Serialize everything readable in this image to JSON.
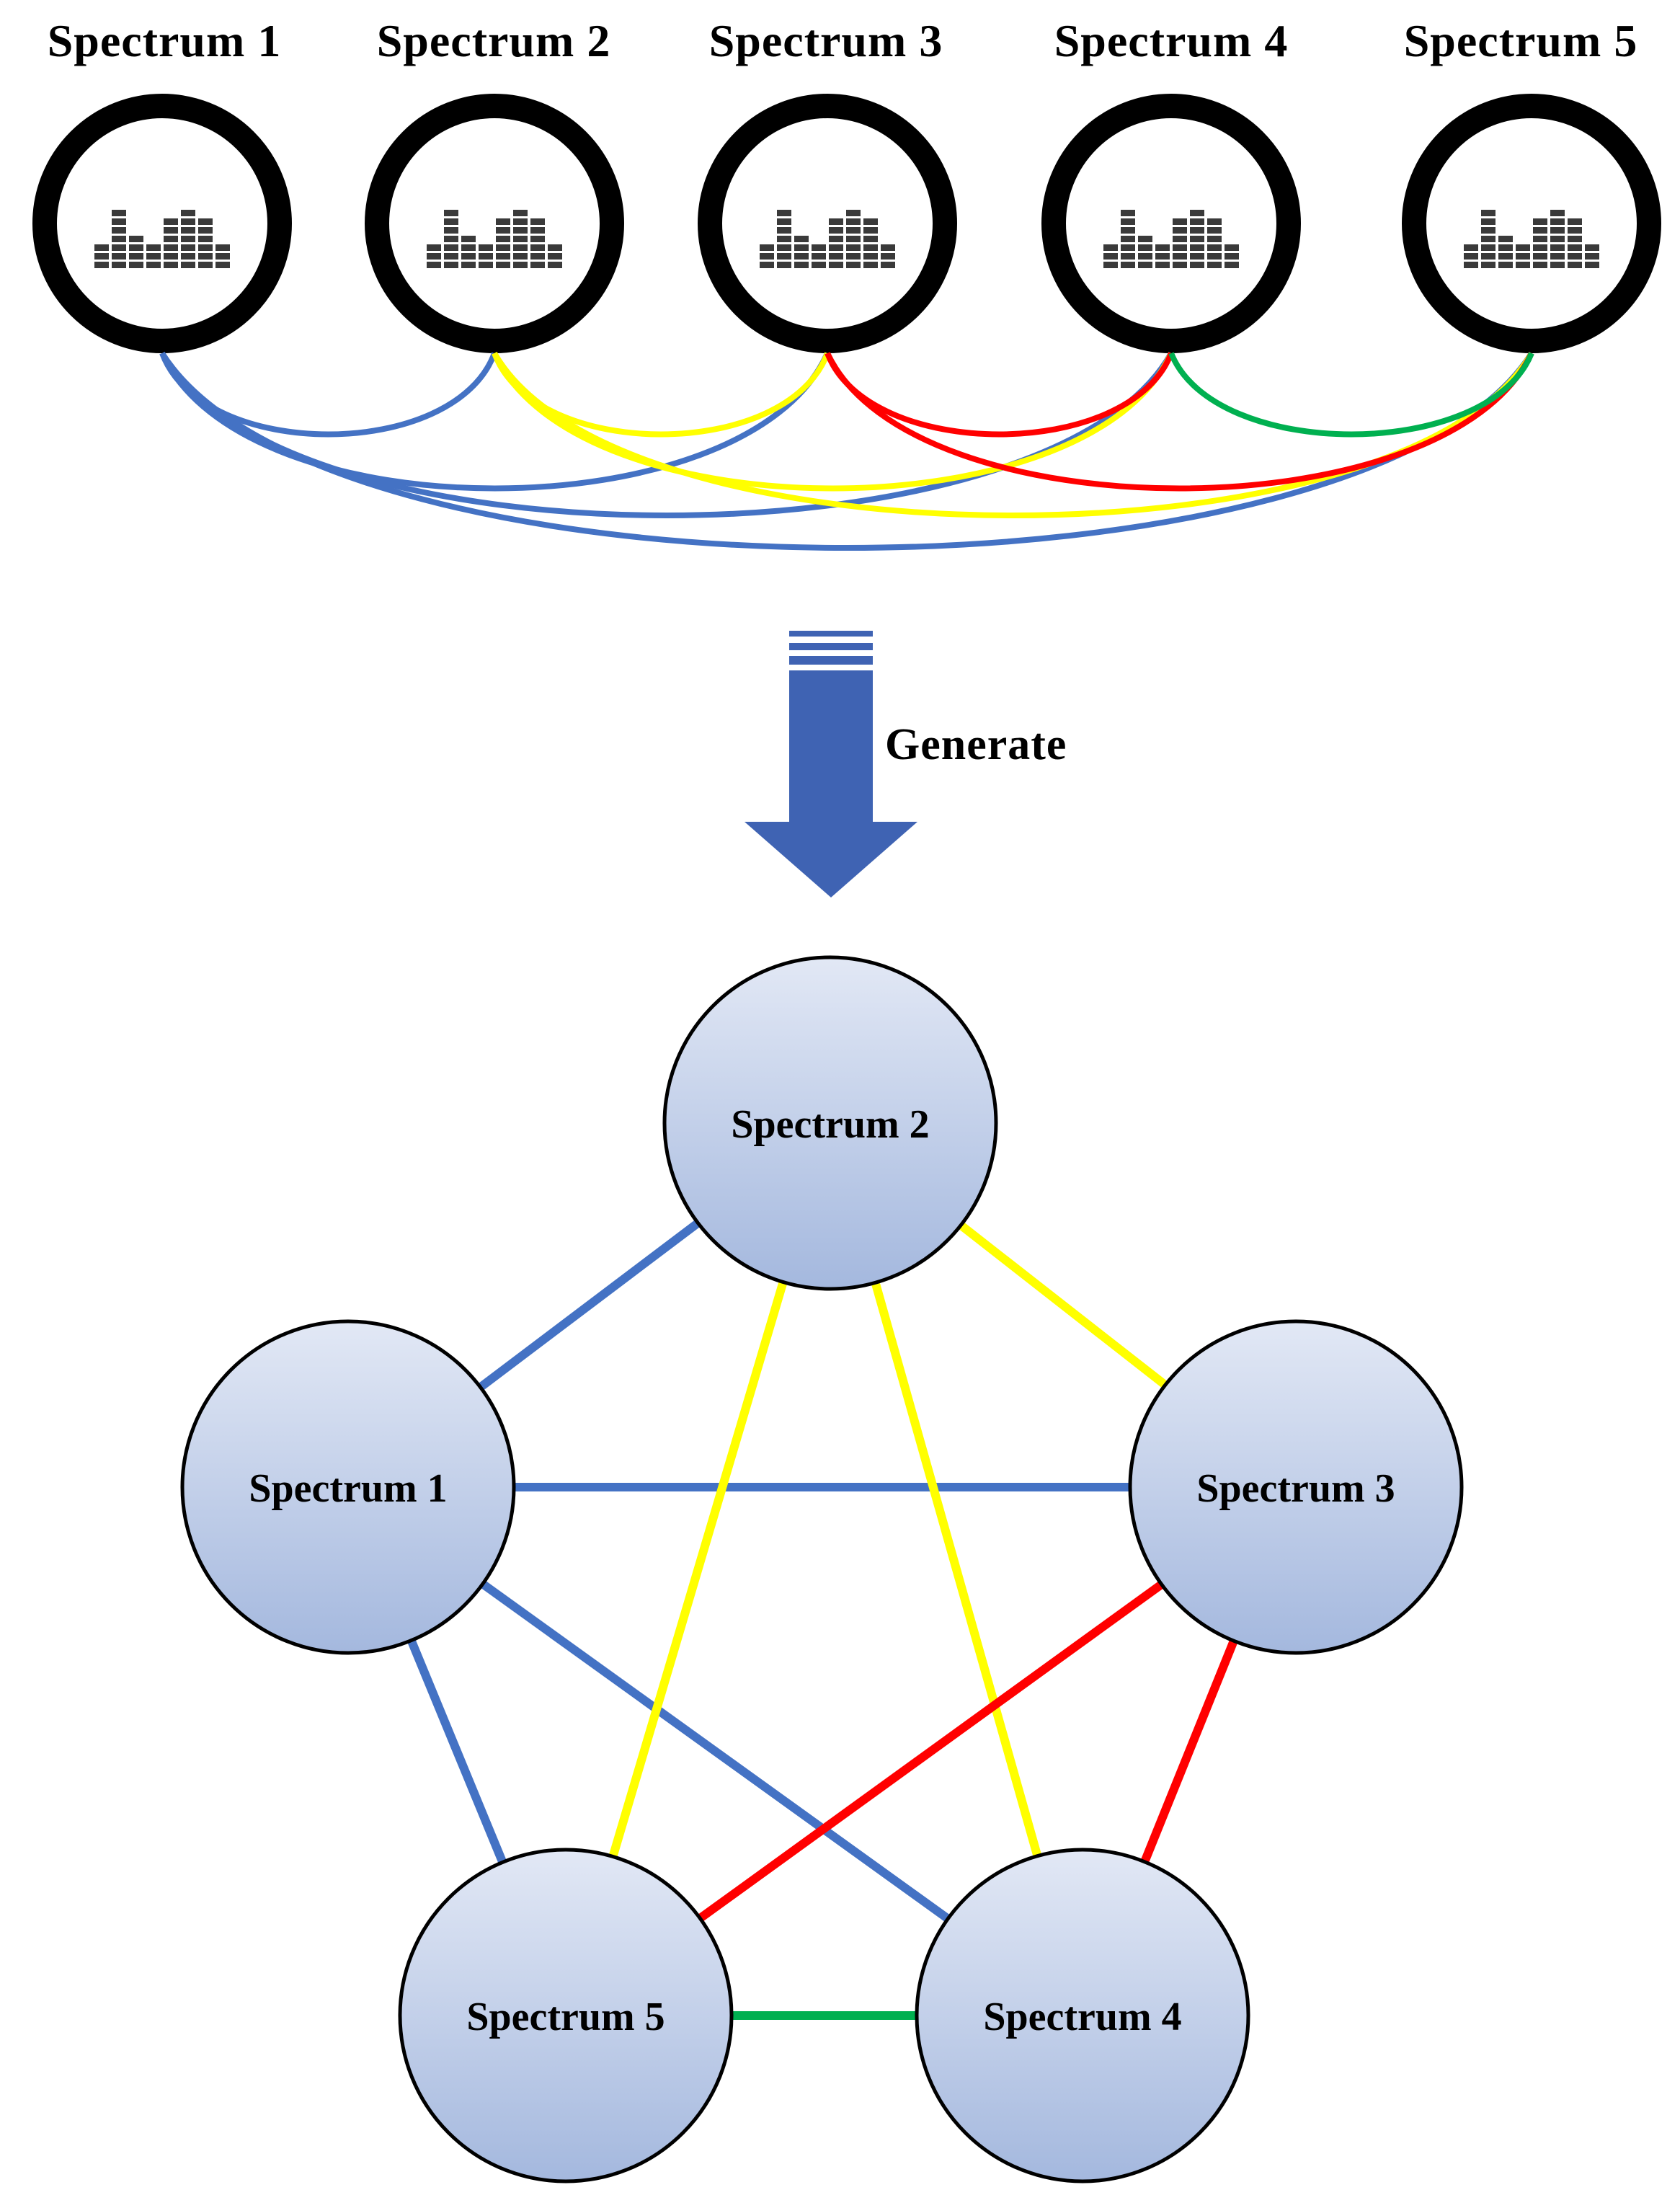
{
  "colors": {
    "blue": "#4472C4",
    "yellow": "#FFFF00",
    "red": "#FF0000",
    "green": "#00B050",
    "ring": "#000000",
    "icon": "#3A3A3A",
    "arrow": "#3F63B3",
    "node_fill_top": "#E2E8F5",
    "node_fill_bottom": "#A4B8DE"
  },
  "top_row": {
    "spectra": [
      {
        "label": "Spectrum 1",
        "icon": "bar-chart-icon"
      },
      {
        "label": "Spectrum 2",
        "icon": "bar-chart-icon"
      },
      {
        "label": "Spectrum 3",
        "icon": "bar-chart-icon"
      },
      {
        "label": "Spectrum 4",
        "icon": "bar-chart-icon"
      },
      {
        "label": "Spectrum 5",
        "icon": "bar-chart-icon"
      }
    ],
    "connections": [
      {
        "from": 1,
        "to": 2,
        "color": "blue"
      },
      {
        "from": 1,
        "to": 3,
        "color": "blue"
      },
      {
        "from": 1,
        "to": 4,
        "color": "blue"
      },
      {
        "from": 1,
        "to": 5,
        "color": "blue"
      },
      {
        "from": 2,
        "to": 3,
        "color": "yellow"
      },
      {
        "from": 2,
        "to": 4,
        "color": "yellow"
      },
      {
        "from": 2,
        "to": 5,
        "color": "yellow"
      },
      {
        "from": 3,
        "to": 4,
        "color": "red"
      },
      {
        "from": 3,
        "to": 5,
        "color": "red"
      },
      {
        "from": 4,
        "to": 5,
        "color": "green"
      }
    ]
  },
  "arrow": {
    "label": "Generate"
  },
  "graph": {
    "nodes": [
      {
        "id": 1,
        "label": "Spectrum 1"
      },
      {
        "id": 2,
        "label": "Spectrum 2"
      },
      {
        "id": 3,
        "label": "Spectrum 3"
      },
      {
        "id": 4,
        "label": "Spectrum 4"
      },
      {
        "id": 5,
        "label": "Spectrum 5"
      }
    ],
    "edges": [
      {
        "from": 1,
        "to": 2,
        "color": "blue"
      },
      {
        "from": 1,
        "to": 3,
        "color": "blue"
      },
      {
        "from": 1,
        "to": 4,
        "color": "blue"
      },
      {
        "from": 1,
        "to": 5,
        "color": "blue"
      },
      {
        "from": 2,
        "to": 3,
        "color": "yellow"
      },
      {
        "from": 2,
        "to": 4,
        "color": "yellow"
      },
      {
        "from": 2,
        "to": 5,
        "color": "yellow"
      },
      {
        "from": 3,
        "to": 4,
        "color": "red"
      },
      {
        "from": 3,
        "to": 5,
        "color": "red"
      },
      {
        "from": 4,
        "to": 5,
        "color": "green"
      }
    ]
  }
}
